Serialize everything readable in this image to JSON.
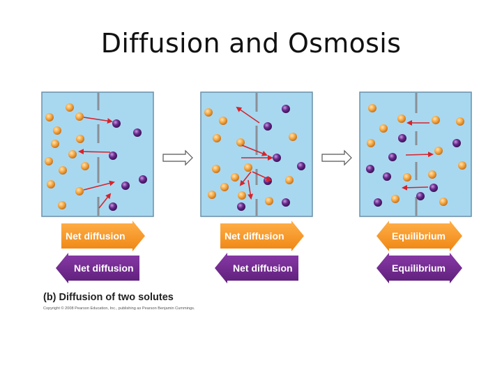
{
  "title": "Diffusion and Osmosis",
  "panels": [
    {
      "orange_arrow": {
        "label": "Net diffusion",
        "direction": "right"
      },
      "purple_arrow": {
        "label": "Net diffusion",
        "direction": "left"
      }
    },
    {
      "orange_arrow": {
        "label": "Net diffusion",
        "direction": "right"
      },
      "purple_arrow": {
        "label": "Net diffusion",
        "direction": "left"
      }
    },
    {
      "orange_arrow": {
        "label": "Equilibrium",
        "direction": "both"
      },
      "purple_arrow": {
        "label": "Equilibrium",
        "direction": "both"
      }
    }
  ],
  "caption": "(b) Diffusion of two solutes",
  "copyright": "Copyright © 2008 Pearson Education, Inc., publishing as Pearson Benjamin Cummings.",
  "colors": {
    "solution": "#a8d8f0",
    "orange_solute": "#f4a742",
    "purple_solute": "#6a2a8e",
    "membrane": "#8a8f96"
  }
}
